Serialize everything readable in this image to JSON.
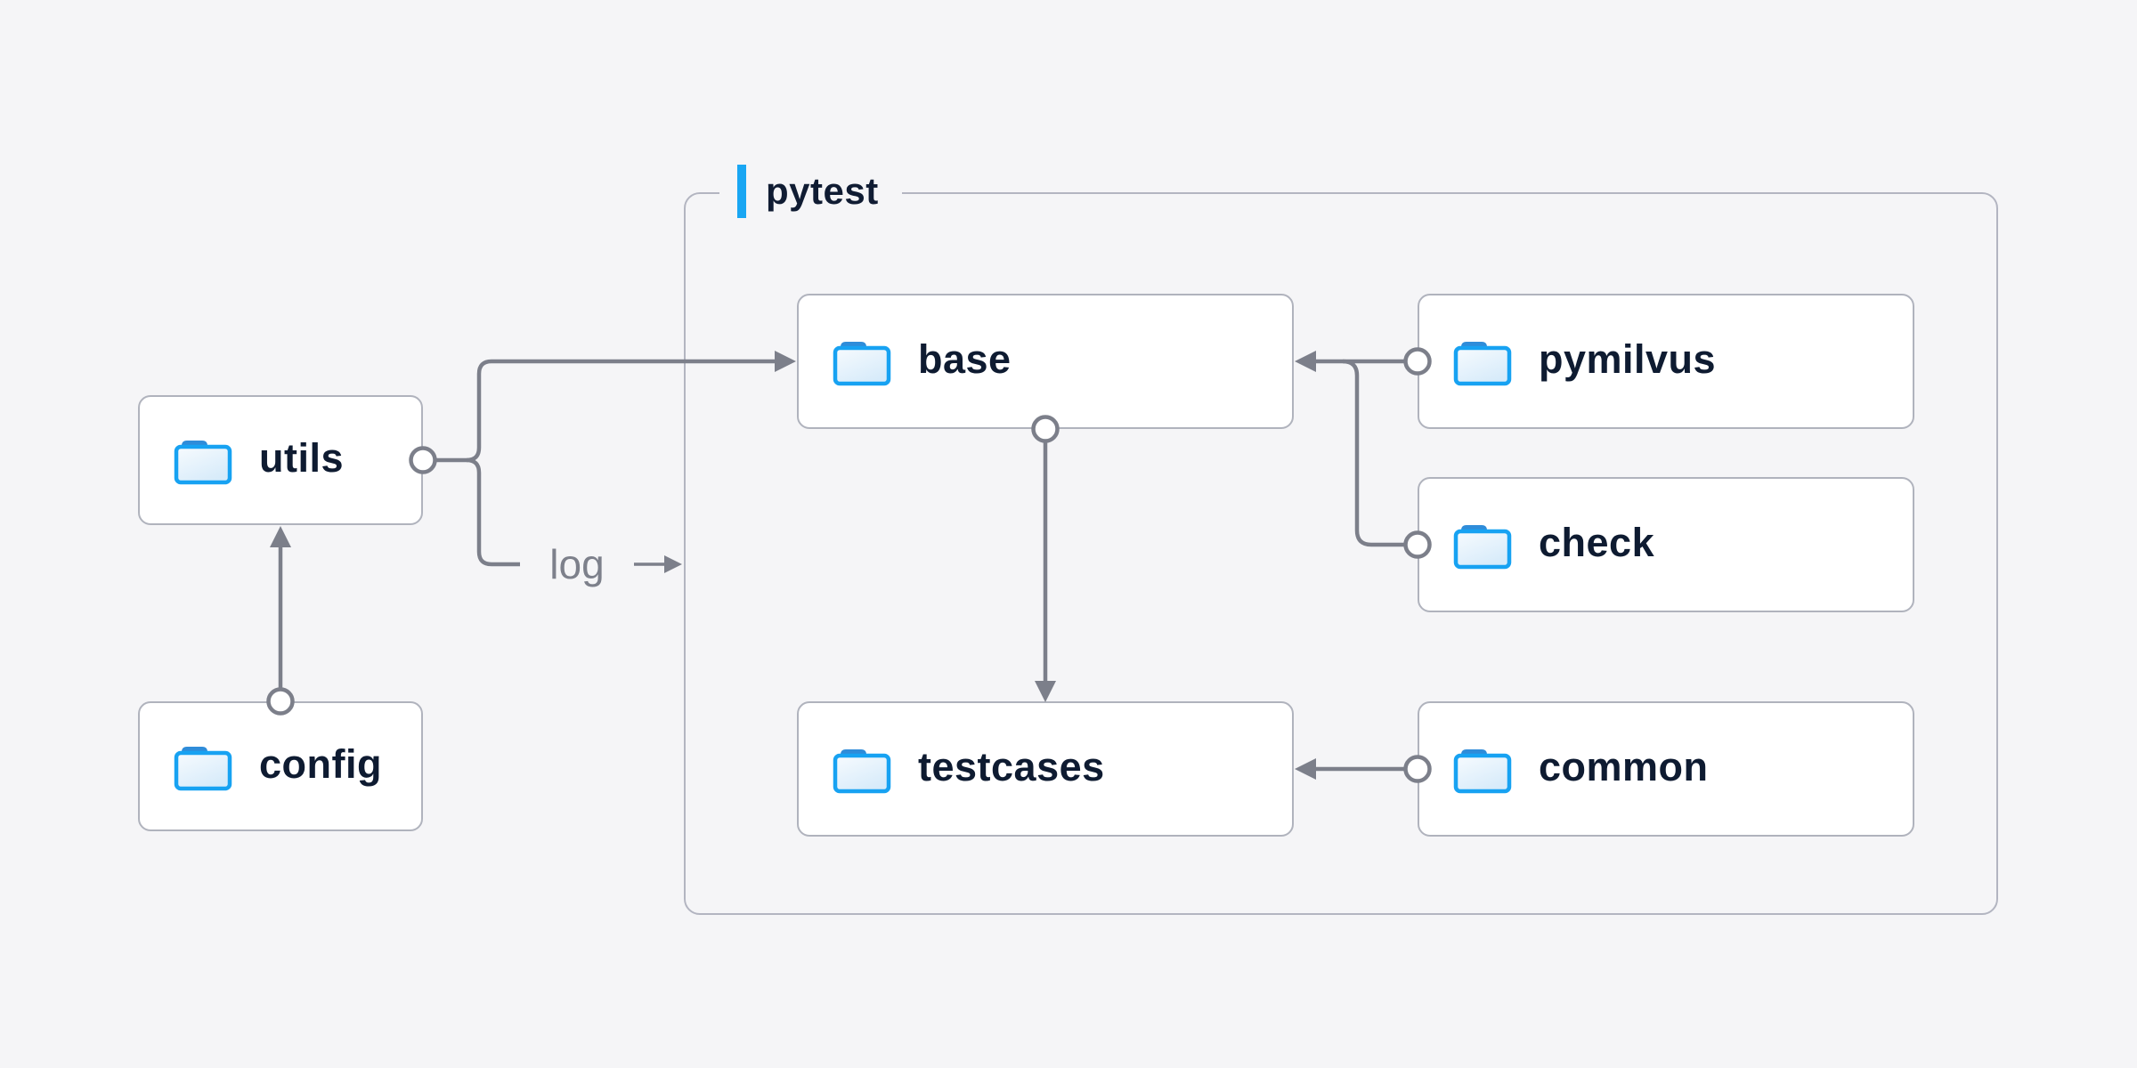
{
  "page": {
    "background_color": "#f5f5f7"
  },
  "group": {
    "label": "pytest",
    "accent_color": "#19a6f3",
    "border_color": "#b3b5c1"
  },
  "nodes": {
    "utils": {
      "label": "utils",
      "icon": "folder-icon"
    },
    "config": {
      "label": "config",
      "icon": "folder-icon"
    },
    "base": {
      "label": "base",
      "icon": "folder-icon"
    },
    "pymilvus": {
      "label": "pymilvus",
      "icon": "folder-icon"
    },
    "check": {
      "label": "check",
      "icon": "folder-icon"
    },
    "testcases": {
      "label": "testcases",
      "icon": "folder-icon"
    },
    "common": {
      "label": "common",
      "icon": "folder-icon"
    }
  },
  "edge_labels": {
    "log": "log"
  },
  "edges": [
    {
      "from": "config",
      "to": "utils"
    },
    {
      "from": "utils",
      "to": "base"
    },
    {
      "from": "utils",
      "to": "log"
    },
    {
      "from": "pymilvus",
      "to": "base"
    },
    {
      "from": "check",
      "to": "base"
    },
    {
      "from": "base",
      "to": "testcases"
    },
    {
      "from": "common",
      "to": "testcases"
    }
  ],
  "colors": {
    "node_text": "#0e1b31",
    "node_border": "#b0b3bd",
    "node_background": "#ffffff",
    "connector": "#7c7f8a",
    "folder_outline": "#17a2f2",
    "folder_tab": "#2f8cd9",
    "folder_fill_light": "#f4fafe",
    "folder_fill_shade": "#d7ebfa"
  }
}
